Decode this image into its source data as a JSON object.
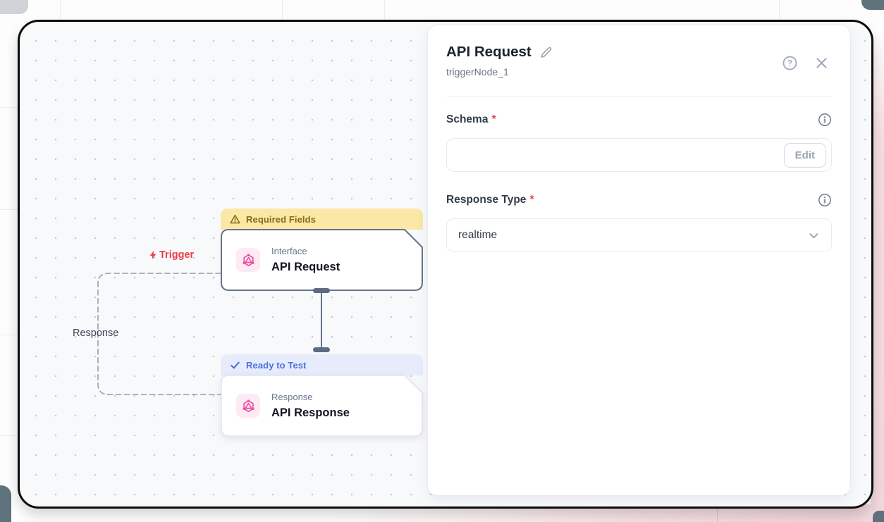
{
  "canvas": {
    "trigger_label": "Trigger",
    "edge_label": "Response",
    "nodes": [
      {
        "banner": "Required Fields",
        "banner_icon": "warning-triangle-icon",
        "category": "Interface",
        "title": "API Request"
      },
      {
        "banner": "Ready to Test",
        "banner_icon": "check-icon",
        "category": "Response",
        "title": "API Response"
      }
    ]
  },
  "panel": {
    "title": "API Request",
    "title_icon": "pencil-icon",
    "node_id": "triggerNode_1",
    "header_icons": [
      "help-icon",
      "close-icon"
    ],
    "schema": {
      "label": "Schema",
      "required_mark": "*",
      "value": "",
      "edit_button": "Edit",
      "info_icon": "info-icon"
    },
    "response_type": {
      "label": "Response Type",
      "required_mark": "*",
      "value": "realtime",
      "info_icon": "info-icon",
      "chevron_icon": "chevron-down-icon"
    }
  },
  "colors": {
    "accent_pink": "#ec4899",
    "icon_bg_pink": "#fdeaf4",
    "warning_banner_bg": "#fbe8a6",
    "warning_banner_text": "#8a6a15",
    "ready_banner_bg": "#e7ecfc",
    "ready_banner_text": "#4c70dd",
    "trigger_red": "#ee3e47",
    "node_border_slate": "#64748b",
    "canvas_bg": "#f8f9fb",
    "frame_border": "#0b0b0c",
    "outer_pink": "#f2d7dd"
  }
}
